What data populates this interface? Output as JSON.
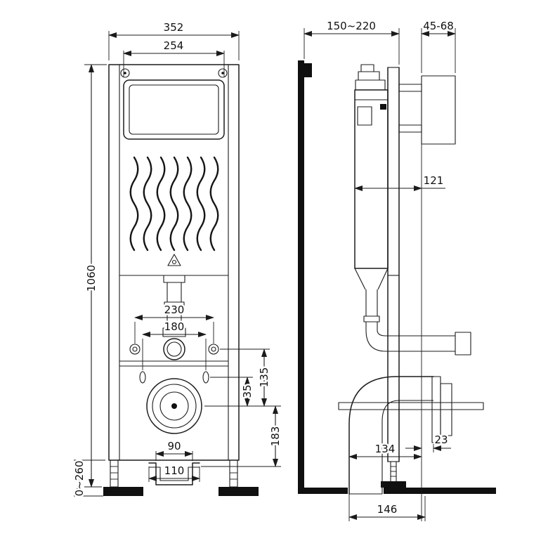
{
  "front_view": {
    "dims": {
      "overall_width": "352",
      "panel_width": "254",
      "overall_height": "1060",
      "leg_adjustment": "0~260",
      "pipe_spacing_outer": "230",
      "pipe_spacing_inner": "180",
      "offset_a": "35",
      "offset_b": "135",
      "outlet_height": "183",
      "bracket_inner": "90",
      "bracket_outer": "110"
    }
  },
  "side_view": {
    "dims": {
      "mounting_depth": "150~220",
      "wall_finish": "45-68",
      "cistern_depth": "121",
      "wc_offset": "23",
      "waste_offset": "134",
      "waste_floor_offset": "146"
    }
  },
  "colors": {
    "line": "#1b1b1b",
    "background": "#ffffff"
  }
}
